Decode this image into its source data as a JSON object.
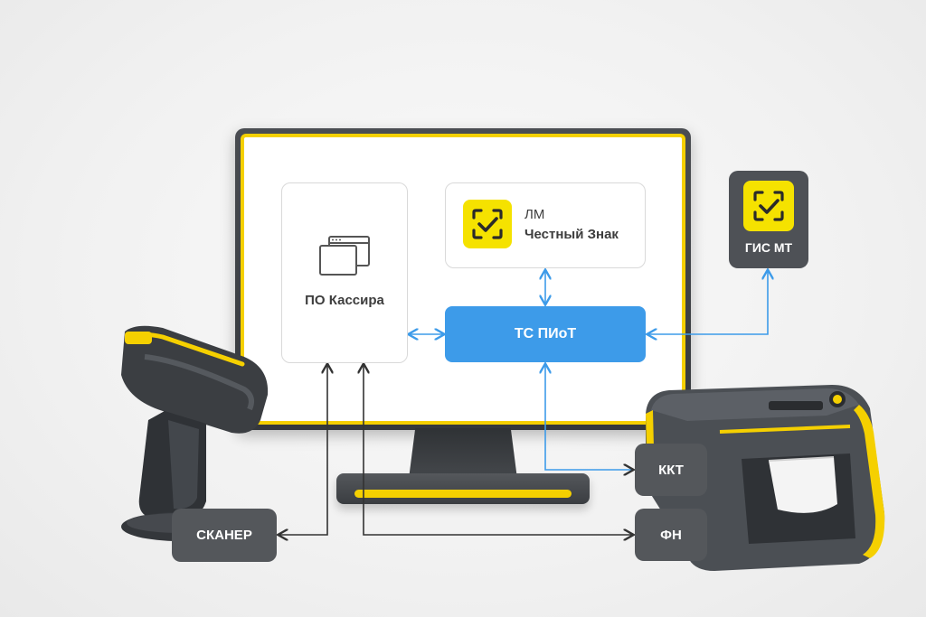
{
  "diagram": {
    "po_kassira": {
      "label": "ПО Кассира"
    },
    "lm": {
      "title": "ЛМ",
      "subtitle": "Честный Знак"
    },
    "ts_piot": {
      "label": "ТС ПИоТ"
    },
    "gis_mt": {
      "label": "ГИС МТ"
    },
    "scanner": {
      "label": "СКАНЕР"
    },
    "kkt": {
      "label": "ККТ"
    },
    "fn": {
      "label": "ФН"
    }
  },
  "colors": {
    "accent_yellow": "#f5d000",
    "badge_yellow": "#f5e200",
    "blue": "#3d9be9",
    "dark_tag": "#54575b",
    "line": "#333333"
  },
  "icons": [
    "window-stack-icon",
    "check-scan-icon",
    "barcode-scanner-device",
    "receipt-printer-device"
  ]
}
